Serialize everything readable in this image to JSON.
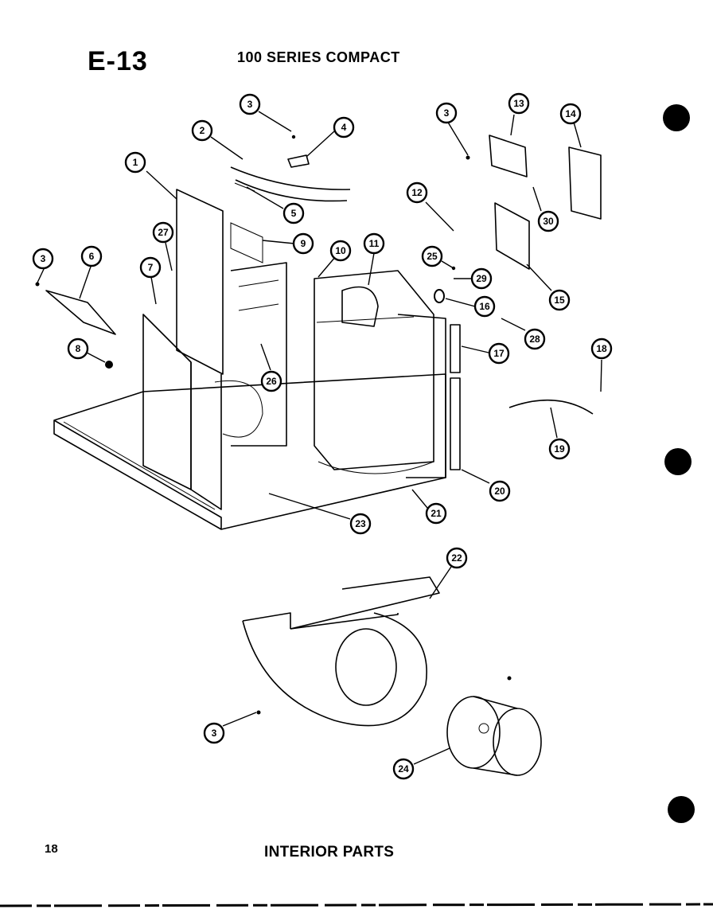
{
  "header": {
    "sheet_id": "E-13",
    "series_title": "100 SERIES COMPACT"
  },
  "footer": {
    "page_number": "18",
    "section_title": "INTERIOR PARTS"
  },
  "callouts": [
    "1",
    "2",
    "3",
    "4",
    "5",
    "6",
    "7",
    "8",
    "9",
    "10",
    "11",
    "12",
    "13",
    "14",
    "15",
    "16",
    "17",
    "18",
    "19",
    "20",
    "21",
    "22",
    "23",
    "24",
    "25",
    "26",
    "27",
    "28",
    "29",
    "30"
  ]
}
